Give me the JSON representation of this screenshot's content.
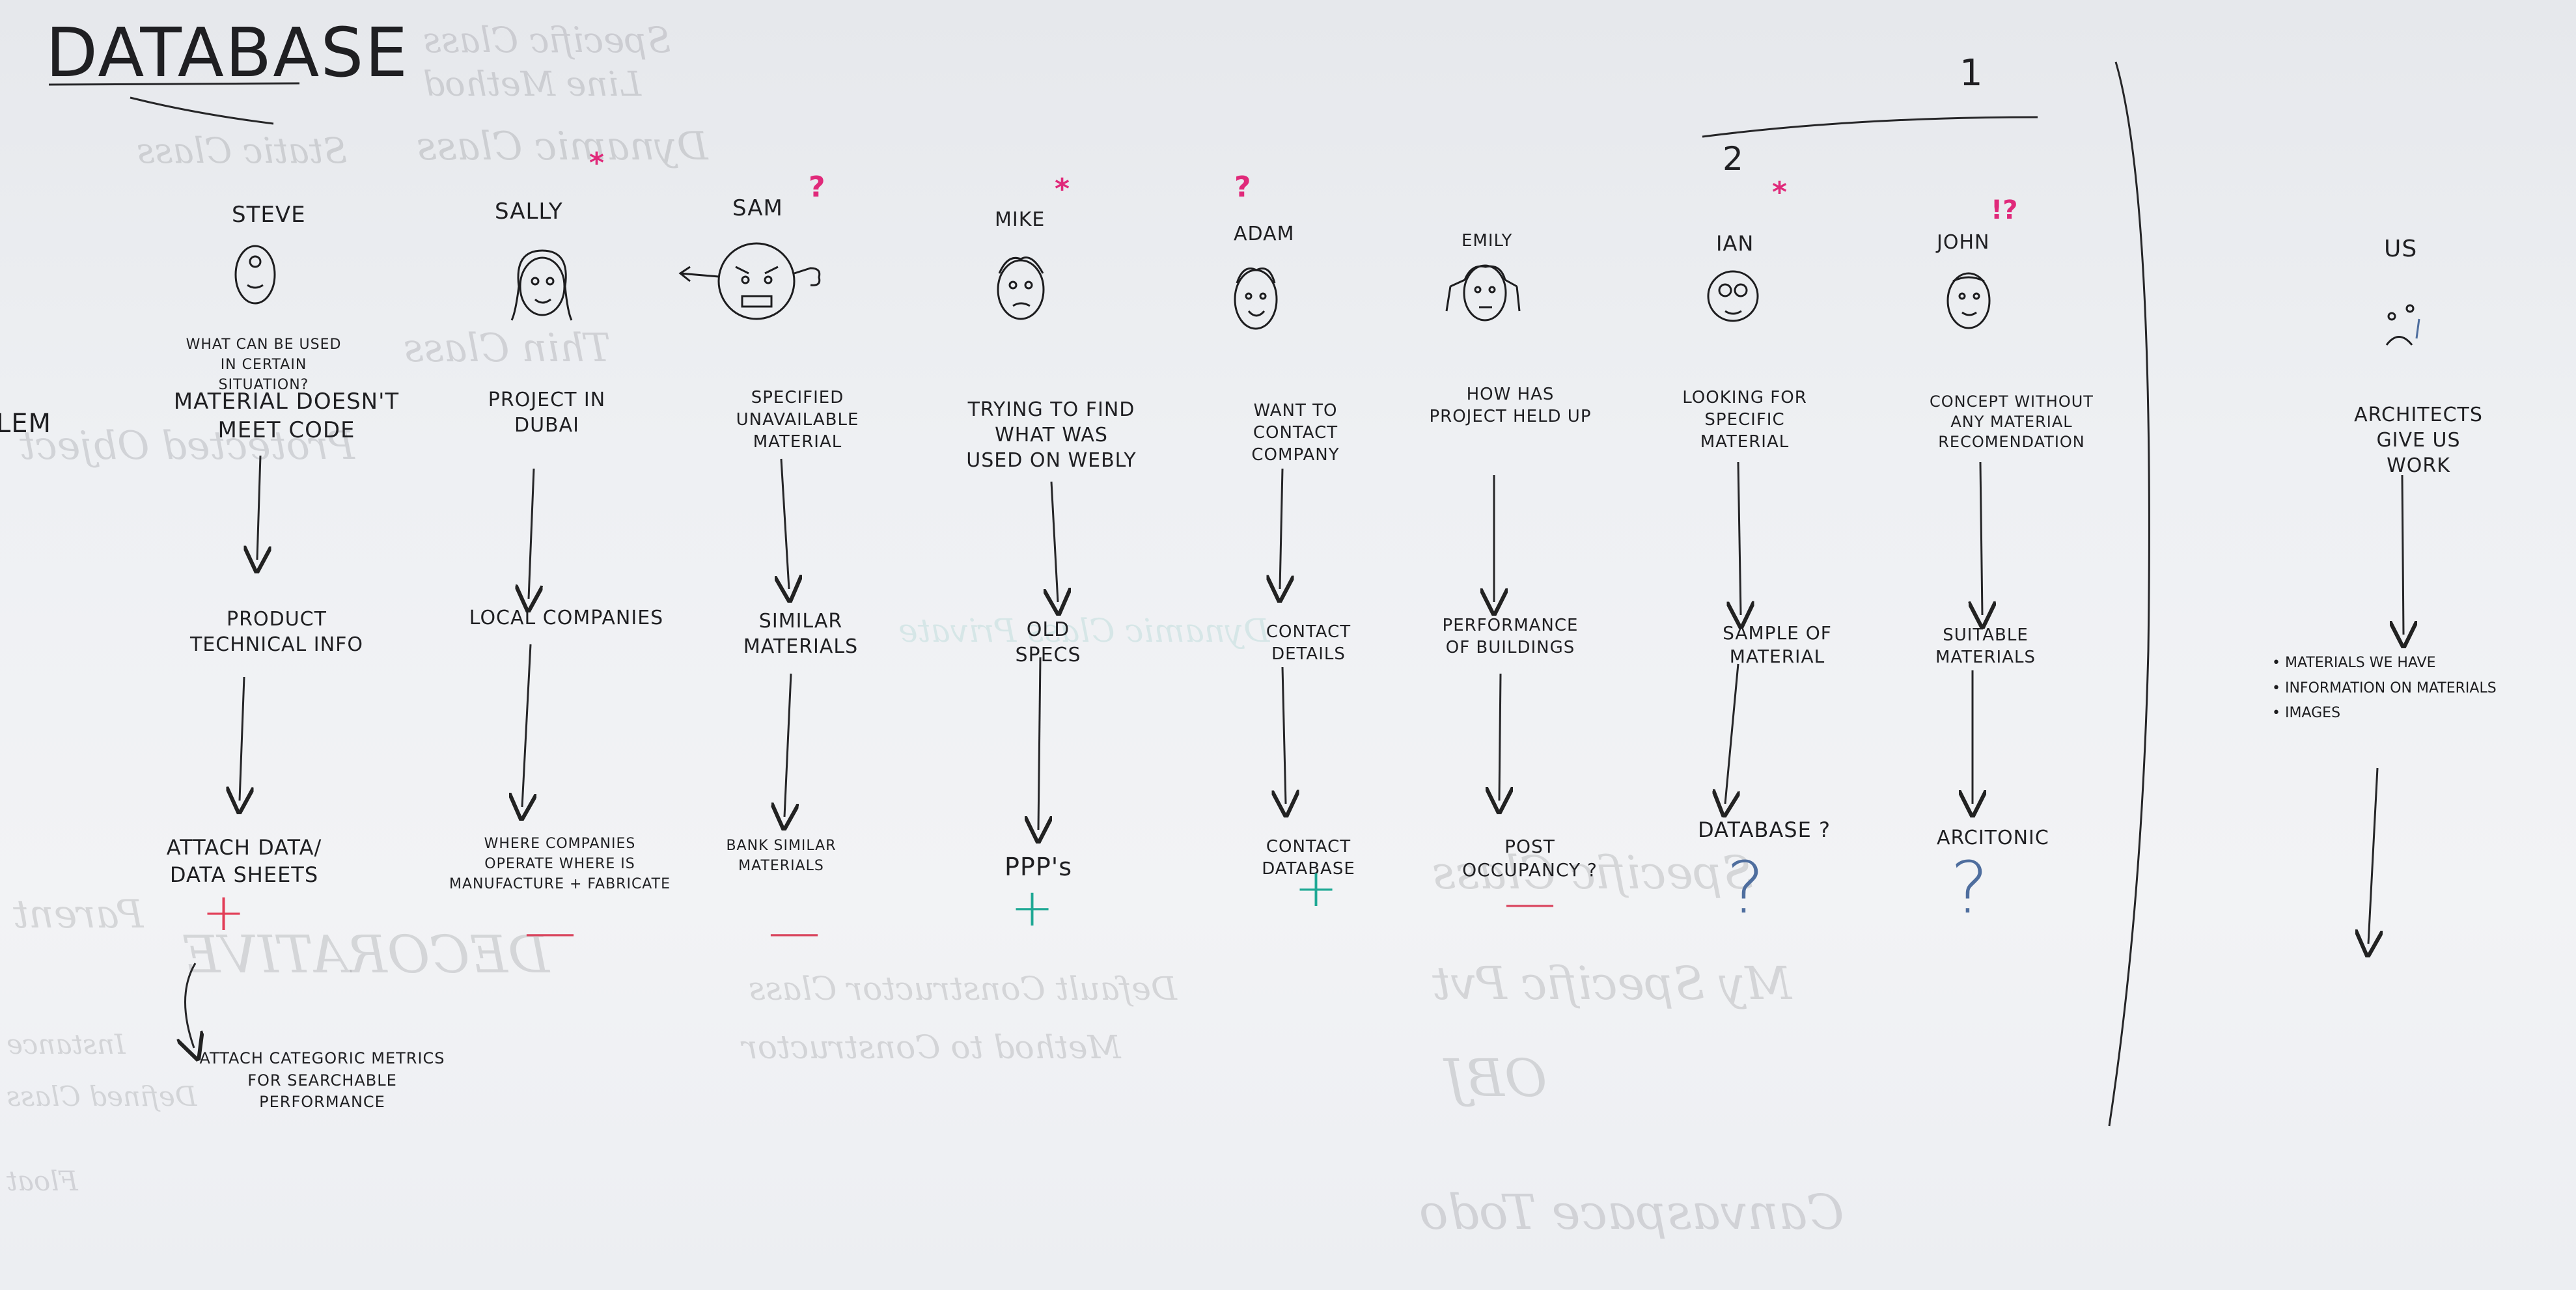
{
  "title": "DATABASE",
  "page_number": "1",
  "left_edge_text": "LEM",
  "personas": [
    {
      "name": "STEVE",
      "note": "WHAT CAN BE USED IN CERTAIN SITUATION?",
      "problem": "MATERIAL DOESN'T MEET CODE",
      "need": "PRODUCT TECHNICAL INFO",
      "solution": "ATTACH DATA/ DATA SHEETS",
      "rating": "+",
      "followup": "ATTACH CATEGORIC METRICS FOR SEARCHABLE PERFORMANCE"
    },
    {
      "name": "SALLY",
      "problem": "PROJECT IN DUBAI",
      "need": "LOCAL COMPANIES",
      "solution": "WHERE COMPANIES OPERATE WHERE IS MANUFACTURE + FABRICATE",
      "rating": "—",
      "mark": "*"
    },
    {
      "name": "SAM",
      "problem": "SPECIFIED UNAVAILABLE MATERIAL",
      "need": "SIMILAR MATERIALS",
      "solution": "BANK SIMILAR MATERIALS",
      "rating": "—",
      "mark": "?"
    },
    {
      "name": "MIKE",
      "problem": "TRYING TO FIND WHAT WAS USED ON WEBLY",
      "need": "OLD SPECS",
      "solution": "PPP's",
      "rating": "+",
      "mark": "*"
    },
    {
      "name": "ADAM",
      "problem": "WANT TO CONTACT COMPANY",
      "need": "CONTACT DETAILS",
      "solution": "CONTACT DATABASE",
      "rating": "+",
      "mark": "?"
    },
    {
      "name": "EMILY",
      "problem": "HOW HAS PROJECT HELD UP",
      "need": "PERFORMANCE OF BUILDINGS",
      "solution": "POST OCCUPANCY ?",
      "rating": "—"
    },
    {
      "name": "IAN",
      "problem": "LOOKING FOR SPECIFIC MATERIAL",
      "need": "SAMPLE OF MATERIAL",
      "solution": "DATABASE ?",
      "rating": "?",
      "mark": "*",
      "number": "2"
    },
    {
      "name": "JOHN",
      "problem": "CONCEPT WITHOUT ANY MATERIAL RECOMENDATION",
      "need": "SUITABLE MATERIALS",
      "solution": "ARCITONIC",
      "rating": "?",
      "mark": "!?"
    }
  ],
  "us": {
    "name": "US",
    "problem": "ARCHITECTS GIVE US WORK",
    "bullets": [
      "MATERIALS WE HAVE",
      "INFORMATION ON MATERIALS",
      "IMAGES"
    ]
  }
}
